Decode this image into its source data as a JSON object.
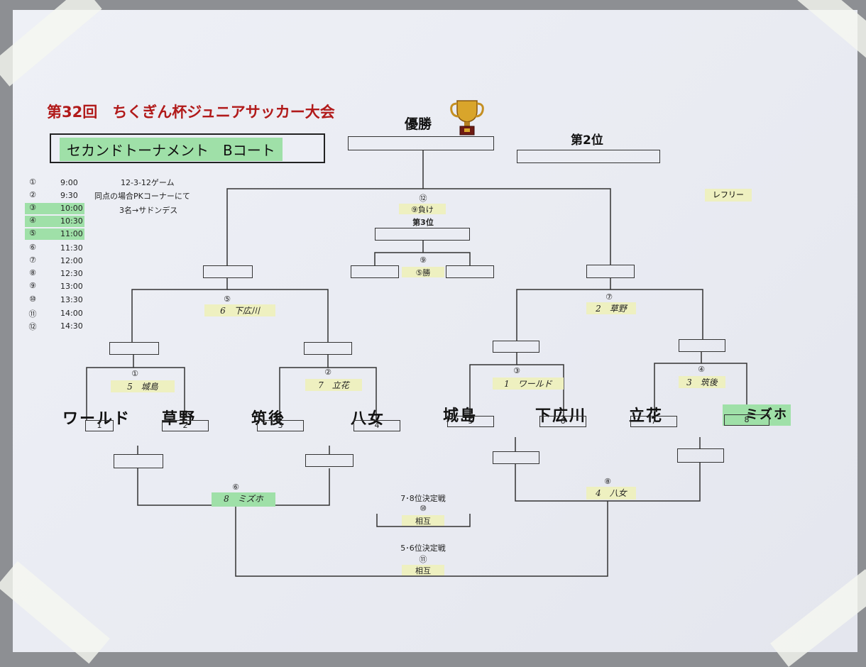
{
  "title": "第32回　ちくぎん杯ジュニアサッカー大会",
  "subtitle": "セカンドトーナメント　Bコート",
  "champion_label": "優勝",
  "second_label": "第2位",
  "third_label": "第3位",
  "referee_label": "レフリー",
  "rules": [
    "12-3-12ゲーム",
    "同点の場合PKコーナーにて",
    "3名→サドンデス"
  ],
  "schedule": [
    {
      "no": "①",
      "time": "9:00"
    },
    {
      "no": "②",
      "time": "9:30"
    },
    {
      "no": "③",
      "time": "10:00"
    },
    {
      "no": "④",
      "time": "10:30"
    },
    {
      "no": "⑤",
      "time": "11:00"
    },
    {
      "no": "⑥",
      "time": "11:30"
    },
    {
      "no": "⑦",
      "time": "12:00"
    },
    {
      "no": "⑧",
      "time": "12:30"
    },
    {
      "no": "⑨",
      "time": "13:00"
    },
    {
      "no": "⑩",
      "time": "13:30"
    },
    {
      "no": "⑪",
      "time": "14:00"
    },
    {
      "no": "⑫",
      "time": "14:30"
    }
  ],
  "teams": [
    {
      "name": "ワールド",
      "seed": "1"
    },
    {
      "name": "草野",
      "seed": "2"
    },
    {
      "name": "筑後",
      "seed": "3"
    },
    {
      "name": "八女",
      "seed": "4"
    },
    {
      "name": "城島",
      "seed": "5"
    },
    {
      "name": "下広川",
      "seed": "6"
    },
    {
      "name": "立花",
      "seed": "7"
    },
    {
      "name": "ミズホ",
      "seed": "8"
    }
  ],
  "matches": {
    "m1": {
      "no": "①",
      "result": "5　城島"
    },
    "m2": {
      "no": "②",
      "result": "7　立花"
    },
    "m3": {
      "no": "③",
      "result": "1　ワールド"
    },
    "m4": {
      "no": "④",
      "result": "3　筑後"
    },
    "m5": {
      "no": "⑤",
      "result": "6　下広川"
    },
    "m6": {
      "no": "⑥",
      "result": "8　ミズホ"
    },
    "m7": {
      "no": "⑦",
      "result": "2　草野"
    },
    "m8": {
      "no": "⑧",
      "result": "4　八女"
    },
    "m9": {
      "no": "⑨",
      "result": "⑤勝"
    },
    "m12": {
      "no": "⑫",
      "result": "⑨負け"
    }
  },
  "place78": {
    "label": "7･8位決定戦",
    "no": "⑩",
    "result": "相互"
  },
  "place56": {
    "label": "5･6位決定戦",
    "no": "⑪",
    "result": "相互"
  }
}
